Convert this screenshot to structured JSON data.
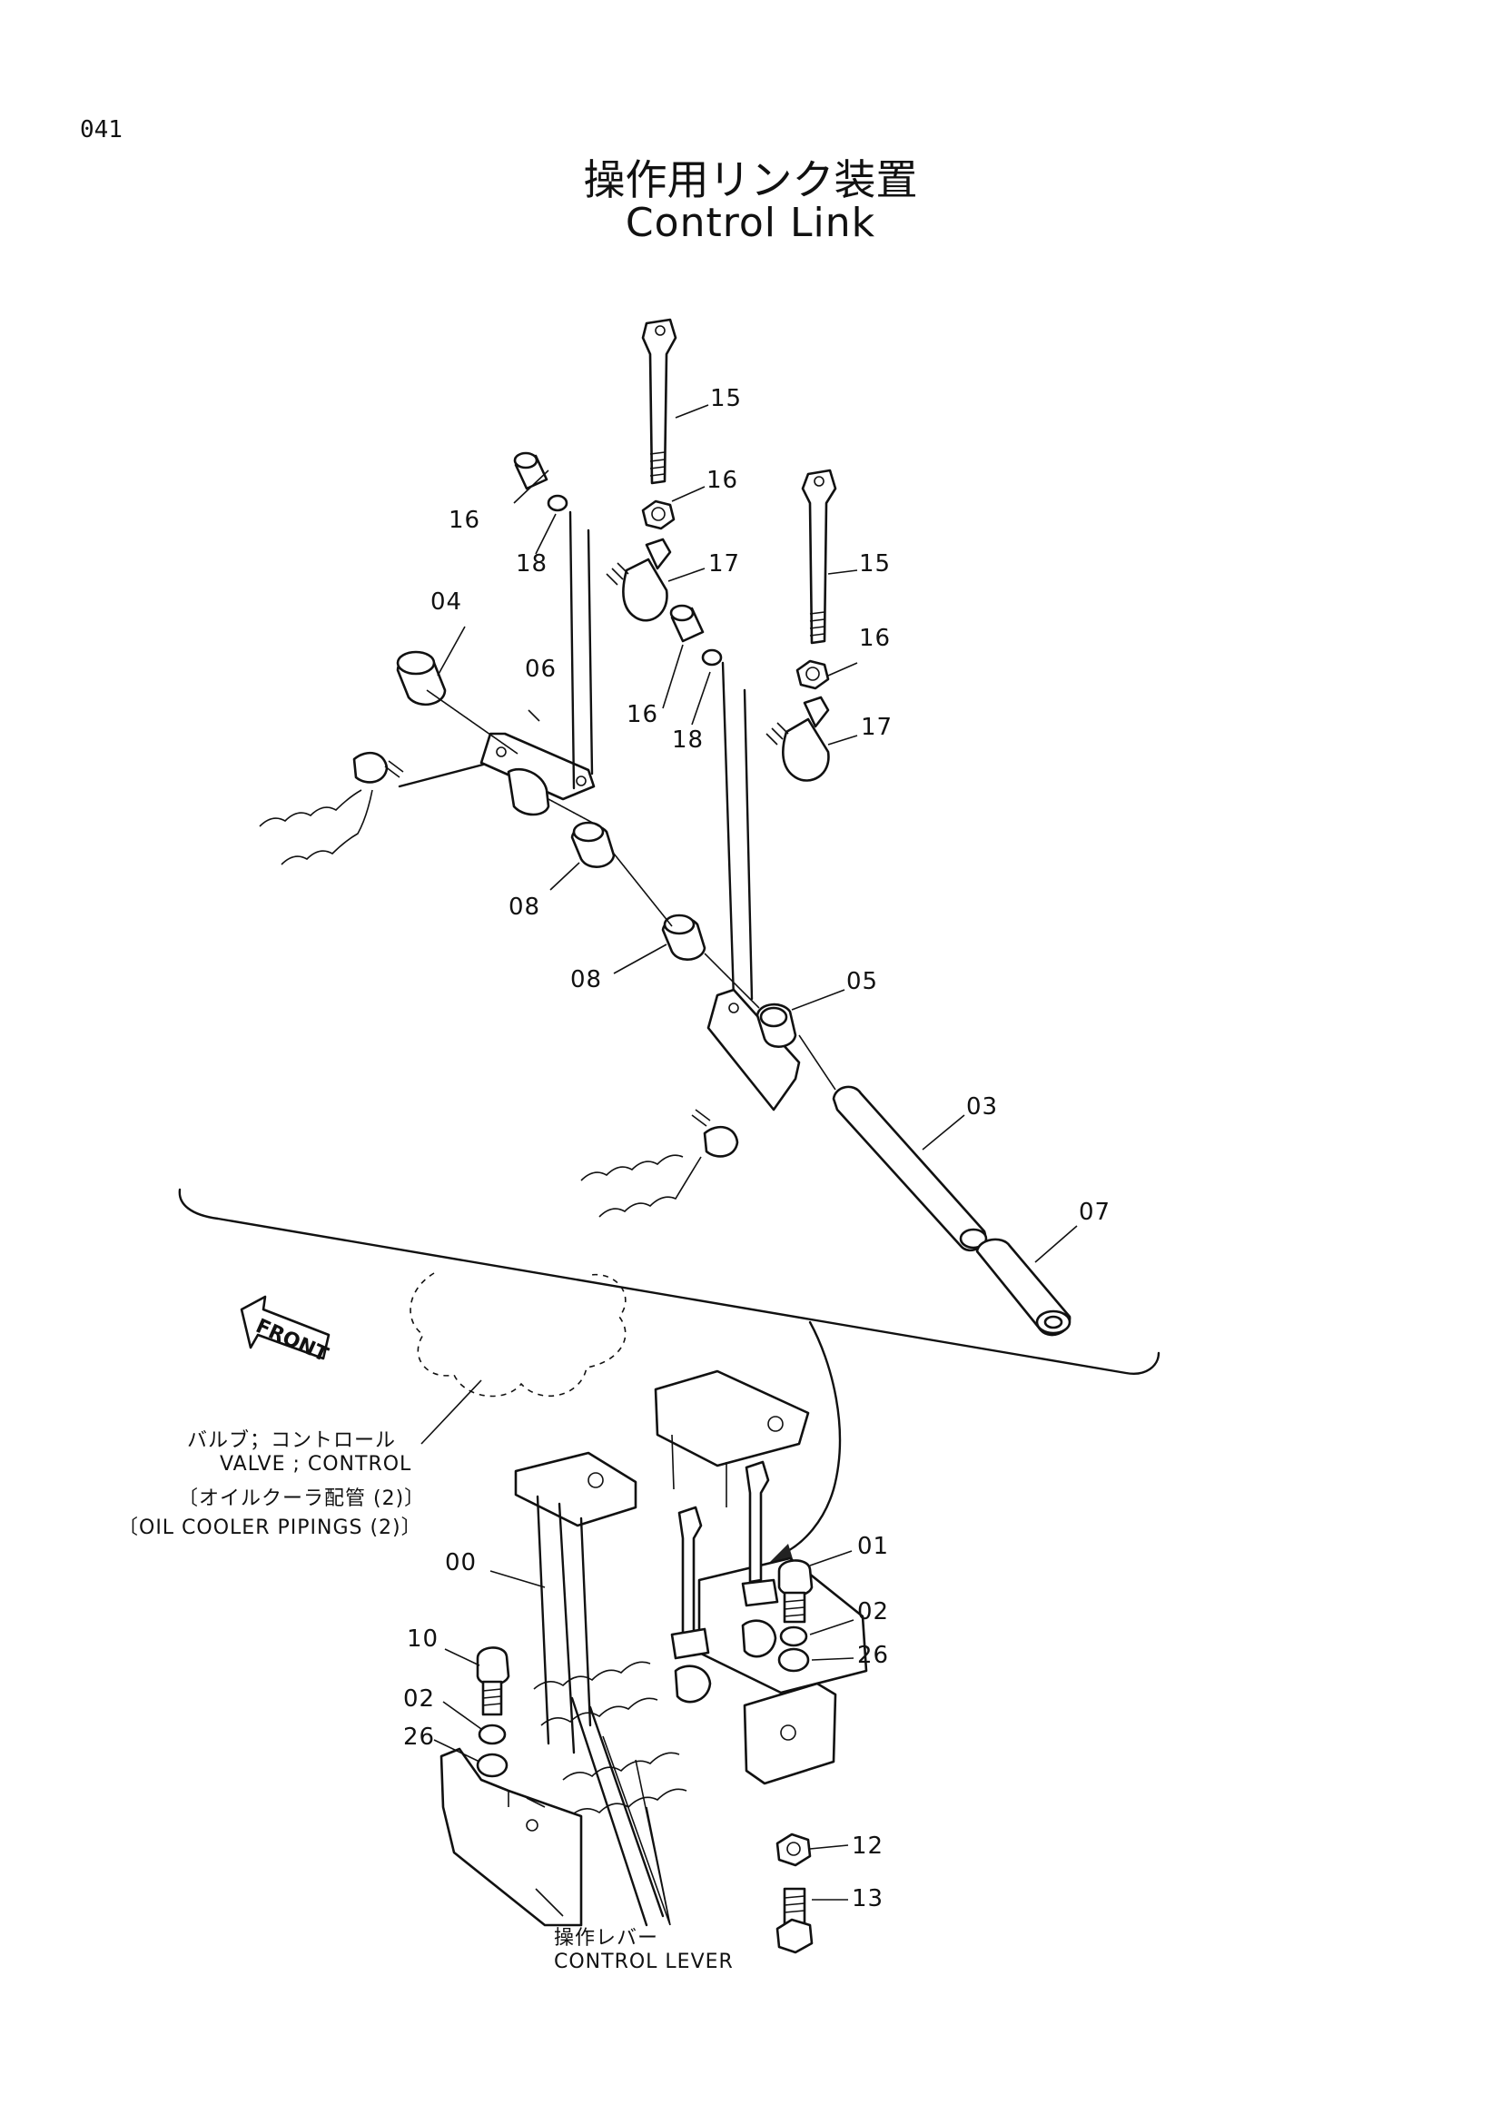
{
  "page_number": "041",
  "title_jp": "操作用リンク装置",
  "title_en": "Control Link",
  "front_label": "FRONT",
  "part_callouts": [
    {
      "id": "c15a",
      "label": "15"
    },
    {
      "id": "c16a",
      "label": "16"
    },
    {
      "id": "c16b",
      "label": "16"
    },
    {
      "id": "c18a",
      "label": "18"
    },
    {
      "id": "c17a",
      "label": "17"
    },
    {
      "id": "c15b",
      "label": "15"
    },
    {
      "id": "c04",
      "label": "04"
    },
    {
      "id": "c16c",
      "label": "16"
    },
    {
      "id": "c06",
      "label": "06"
    },
    {
      "id": "c16d",
      "label": "16"
    },
    {
      "id": "c18b",
      "label": "18"
    },
    {
      "id": "c17b",
      "label": "17"
    },
    {
      "id": "c08a",
      "label": "08"
    },
    {
      "id": "c08b",
      "label": "08"
    },
    {
      "id": "c05",
      "label": "05"
    },
    {
      "id": "c03",
      "label": "03"
    },
    {
      "id": "c07",
      "label": "07"
    },
    {
      "id": "c00",
      "label": "00"
    },
    {
      "id": "c01",
      "label": "01"
    },
    {
      "id": "c02a",
      "label": "02"
    },
    {
      "id": "c26a",
      "label": "26"
    },
    {
      "id": "c10",
      "label": "10"
    },
    {
      "id": "c02b",
      "label": "02"
    },
    {
      "id": "c26b",
      "label": "26"
    },
    {
      "id": "c12",
      "label": "12"
    },
    {
      "id": "c13",
      "label": "13"
    }
  ],
  "notes": {
    "valve_jp": "バルブ；コントロール",
    "valve_en": "VALVE ; CONTROL",
    "oil_jp": "〔オイルクーラ配管 (2)〕",
    "oil_en": "〔OIL  COOLER  PIPINGS (2)〕",
    "lever_jp": "操作レバー",
    "lever_en": "CONTROL  LEVER"
  }
}
